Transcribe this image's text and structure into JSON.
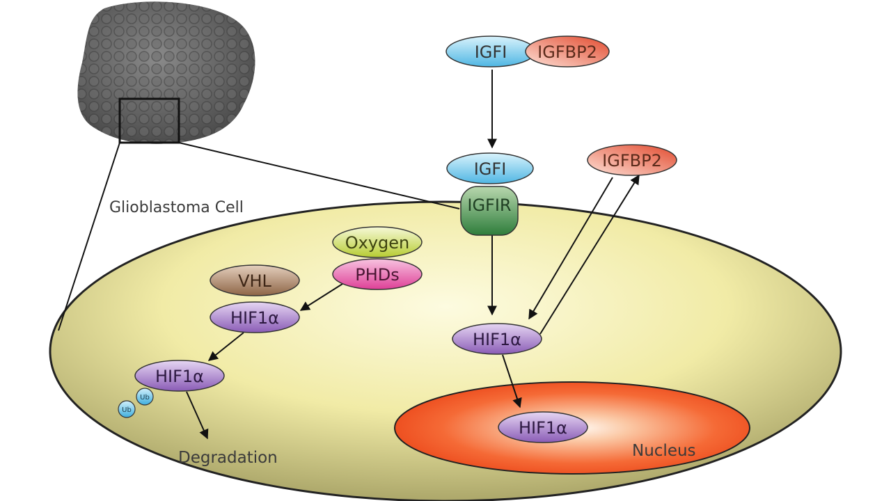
{
  "labels": {
    "cell": "Glioblastoma Cell",
    "nucleus": "Nucleus",
    "degradation": "Degradation"
  },
  "nodes": {
    "igf1_top": "IGFI",
    "igfbp2_top": "IGFBP2",
    "igf1_receptor_bound": "IGFI",
    "igf1r": "IGFIR",
    "igfbp2_right": "IGFBP2",
    "oxygen": "Oxygen",
    "phds": "PHDs",
    "vhl": "VHL",
    "hif1a_vhl": "HIF1α",
    "hif1a_ub": "HIF1α",
    "hif1a_center": "HIF1α",
    "hif1a_nucleus": "HIF1α",
    "ub1": "Ub",
    "ub2": "Ub"
  },
  "colors": {
    "igf": "#7fd0ef",
    "igfbp": "#ef7358",
    "receptor": "#3f8e4a",
    "hif": "#a77cc9",
    "vhl": "#a57c5c",
    "oxygen": "#cfe05a",
    "phds": "#ea5aa9",
    "ub": "#5fc0e8",
    "cytoplasm": "#f4f0b4",
    "nucleus": "#f3582a"
  }
}
